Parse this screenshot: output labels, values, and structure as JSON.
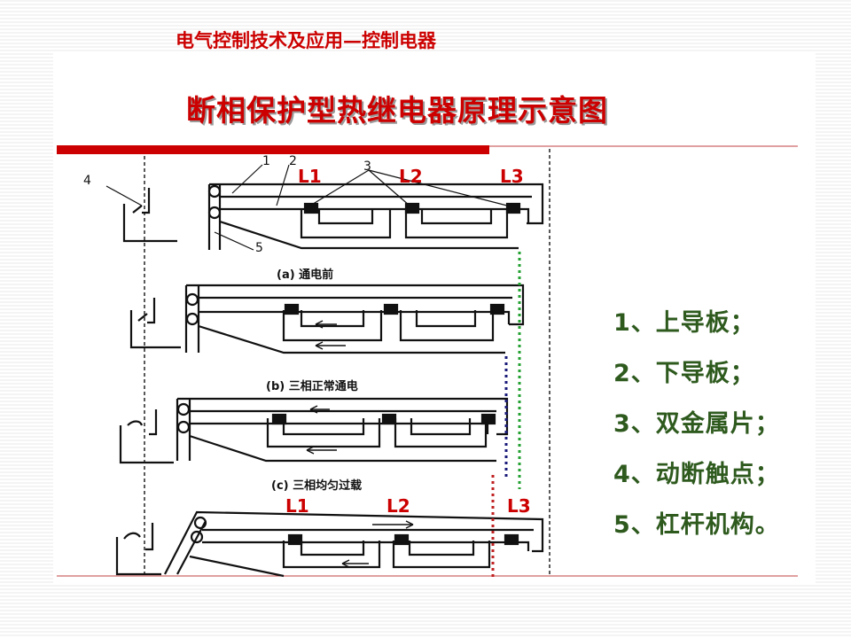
{
  "header": {
    "course_title": "电气控制技术及应用—控制电器",
    "main_title": "断相保护型热继电器原理示意图"
  },
  "diagram": {
    "numbers": {
      "n1": "1",
      "n2": "2",
      "n3": "3",
      "n4": "4",
      "n5": "5"
    },
    "phase_top": {
      "l1": "L1",
      "l2": "L2",
      "l3": "L3"
    },
    "phase_bottom": {
      "l1": "L1",
      "l2": "L2",
      "l3": "L3"
    },
    "captions": {
      "a": "(a)  通电前",
      "b": "(b) 三相正常通电",
      "c": "(c)  三相均匀过载"
    }
  },
  "legend": {
    "items": [
      "1、上导板；",
      "2、下导板；",
      "3、双金属片；",
      "4、动断触点；",
      "5、杠杆机构。"
    ]
  },
  "colors": {
    "title_red": "#cc0000",
    "legend_green": "#2e5a1e",
    "green_dots": "#22a030",
    "navy_dots": "#1a1a7a",
    "red_dots": "#c02020"
  }
}
